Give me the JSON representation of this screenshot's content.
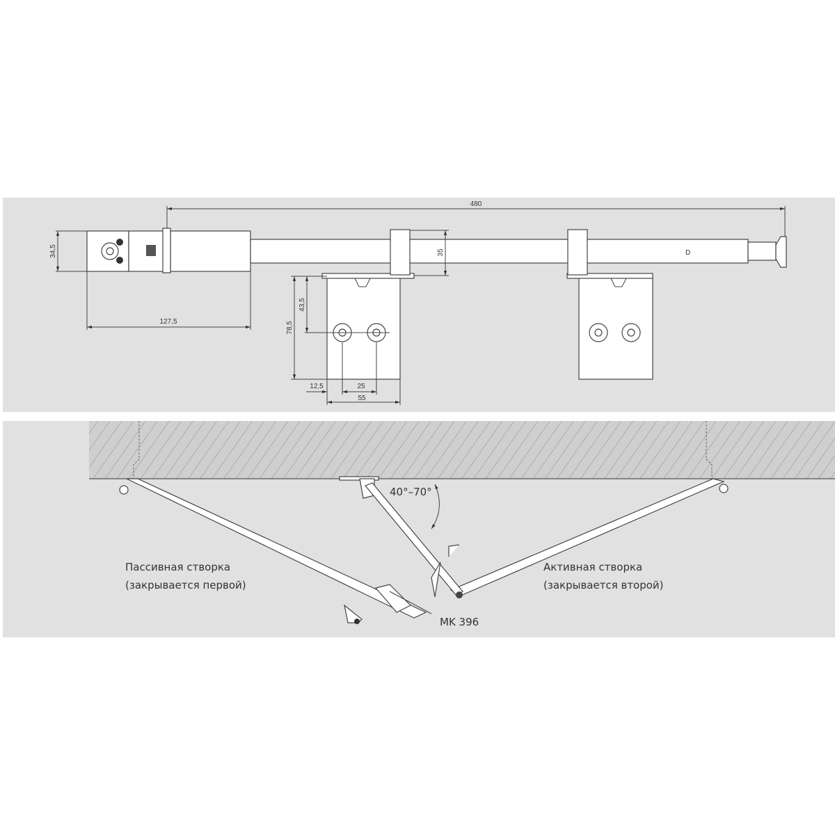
{
  "top_view": {
    "dimensions": {
      "total_length": "480",
      "height_left": "34,5",
      "left_length": "127,5",
      "bar_height": "35",
      "bracket_height": "78,5",
      "hole_offset": "43,5",
      "edge_offset": "12,5",
      "hole_spacing": "25",
      "bracket_width": "55"
    },
    "end_mark": "D"
  },
  "plan_view": {
    "angle": "40°–70°",
    "passive_leaf": [
      "Пассивная створка",
      "(закрывается первой)"
    ],
    "active_leaf": [
      "Активная створка",
      "(закрывается второй)"
    ],
    "model": "MK 396"
  },
  "colors": {
    "panel": "#e1e1e1",
    "line": "#444444"
  }
}
